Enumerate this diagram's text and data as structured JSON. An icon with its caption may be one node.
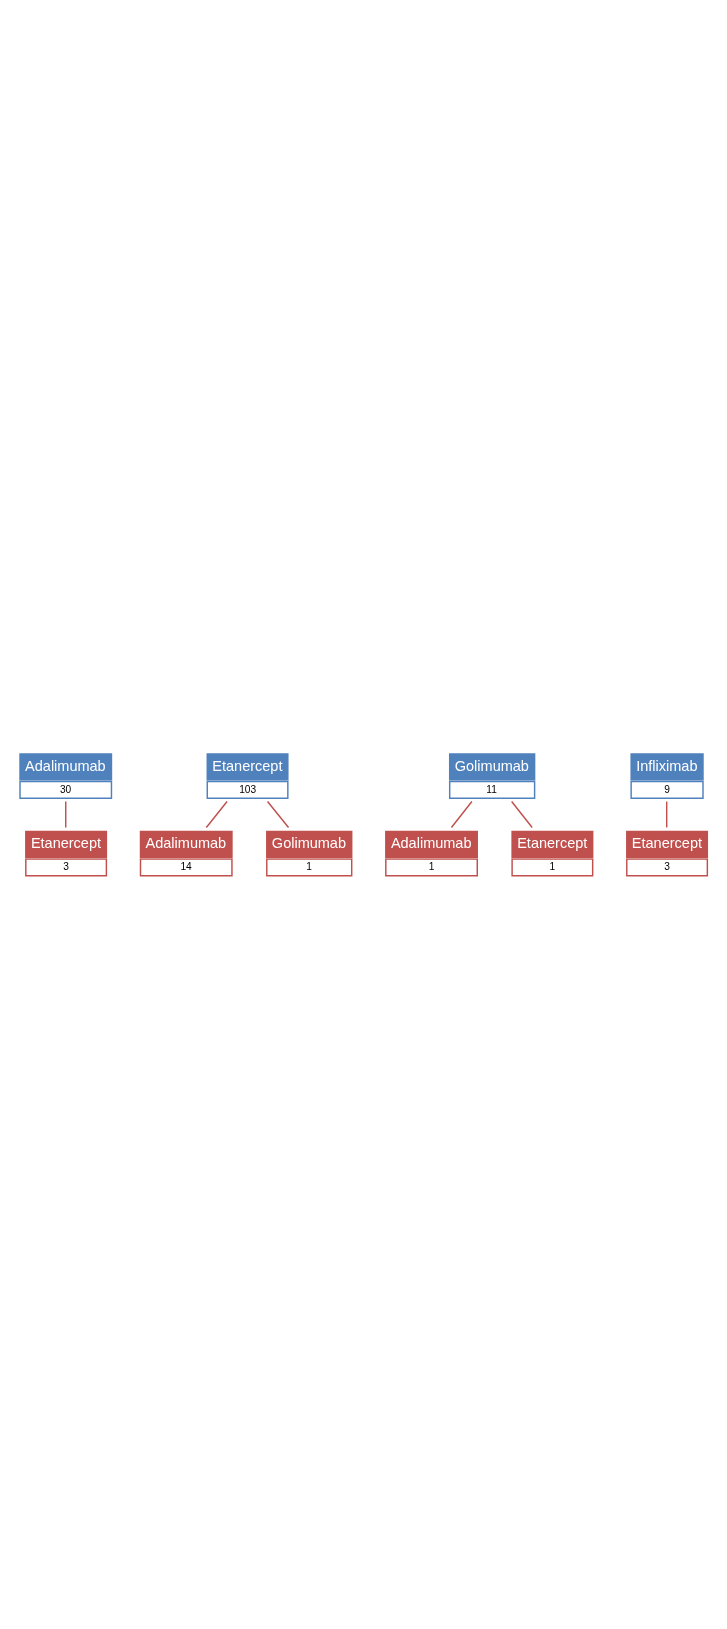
{
  "diagram": {
    "nodes": [
      {
        "text": [
          "Adalimumab",
          "30"
        ]
      },
      {
        "text": [
          "Etanercept",
          "3"
        ]
      },
      {
        "text": [
          "Etanercept",
          "103"
        ]
      },
      {
        "text": [
          "Adalimumab",
          "14"
        ]
      },
      {
        "text": [
          "Golimumab",
          "1"
        ]
      },
      {
        "text": [
          "Golimumab",
          "11"
        ]
      },
      {
        "text": [
          "Adalimumab",
          "1"
        ]
      },
      {
        "text": [
          "Etanercept",
          "1"
        ]
      },
      {
        "text": [
          "Infliximab",
          "9"
        ]
      },
      {
        "text": [
          "Etanercept",
          "3"
        ]
      }
    ],
    "edges": [
      {
        "from": 0,
        "to": 1,
        "arrow": "none"
      },
      {
        "from": 2,
        "to": 3,
        "arrow": "none"
      },
      {
        "from": 2,
        "to": 4,
        "arrow": "none"
      },
      {
        "from": 5,
        "to": 6,
        "arrow": "none"
      },
      {
        "from": 5,
        "to": 7,
        "arrow": "none"
      },
      {
        "from": 8,
        "to": 9,
        "arrow": "none"
      }
    ]
  }
}
